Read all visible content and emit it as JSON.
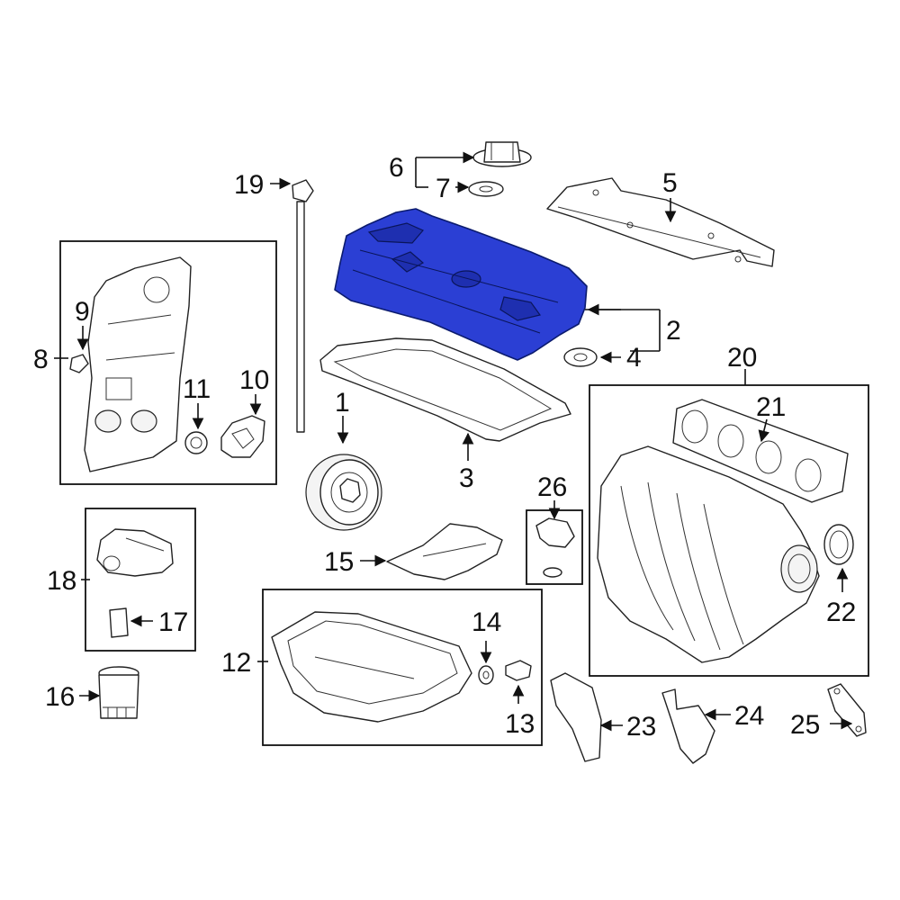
{
  "diagram": {
    "highlight_color": "#2b3fd4",
    "callouts": [
      "1",
      "2",
      "3",
      "4",
      "5",
      "6",
      "7",
      "8",
      "9",
      "10",
      "11",
      "12",
      "13",
      "14",
      "15",
      "16",
      "17",
      "18",
      "19",
      "20",
      "21",
      "22",
      "23",
      "24",
      "25",
      "26"
    ]
  }
}
